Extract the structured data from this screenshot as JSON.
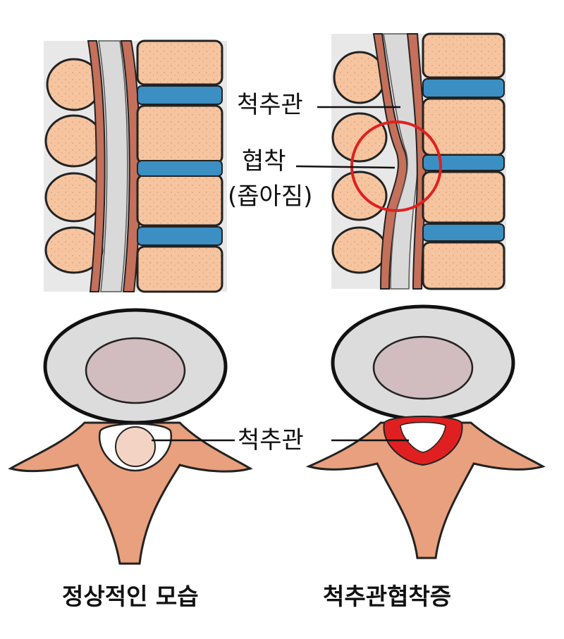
{
  "labels": {
    "spinal_canal_top": "척추관",
    "narrowing_line1": "협착",
    "narrowing_line2": "(좁아짐)",
    "spinal_canal_bottom": "척추관"
  },
  "captions": {
    "normal": "정상적인 모습",
    "stenosis": "척추관협착증"
  },
  "colors": {
    "vertebra": "#f6c5a0",
    "disc": "#3b8fc2",
    "ligament": "#c4705a",
    "cord": "#d9d9d9",
    "highlight": "#e02020"
  }
}
